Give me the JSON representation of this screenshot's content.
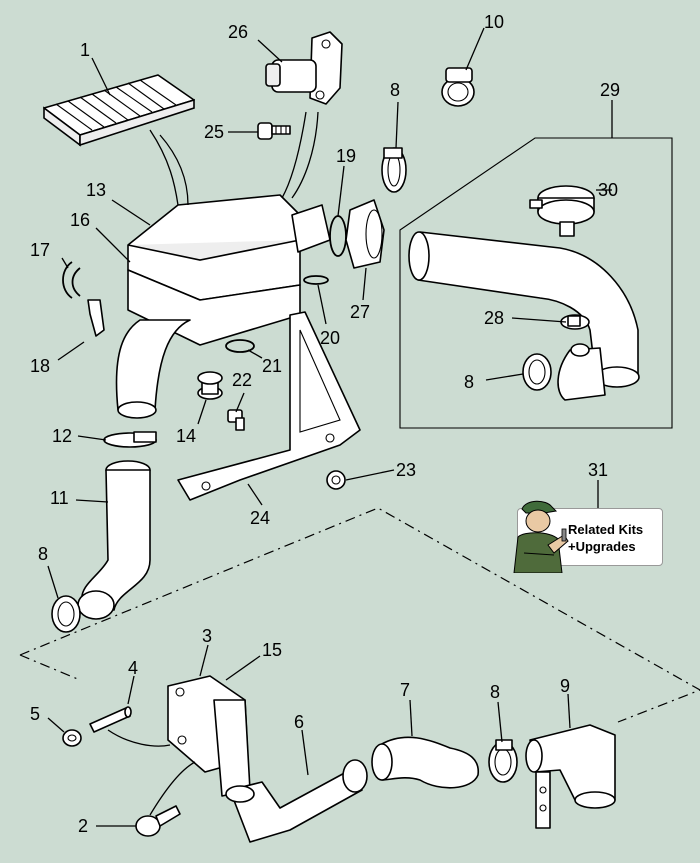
{
  "callouts": {
    "c1": "1",
    "c2": "2",
    "c3": "3",
    "c4": "4",
    "c5": "5",
    "c6": "6",
    "c7": "7",
    "c8a": "8",
    "c8b": "8",
    "c8c": "8",
    "c8d": "8",
    "c9": "9",
    "c10": "10",
    "c11": "11",
    "c12": "12",
    "c13": "13",
    "c14": "14",
    "c15": "15",
    "c16": "16",
    "c17": "17",
    "c18": "18",
    "c19": "19",
    "c20": "20",
    "c21": "21",
    "c22": "22",
    "c23": "23",
    "c24": "24",
    "c25": "25",
    "c26": "26",
    "c27": "27",
    "c28": "28",
    "c29": "29",
    "c30": "30",
    "c31": "31"
  },
  "kit_badge": {
    "line1": "Related Kits",
    "line2": "+Upgrades"
  },
  "colors": {
    "background": "#ccdcd2",
    "part_fill": "#ffffff",
    "outline": "#000000"
  }
}
